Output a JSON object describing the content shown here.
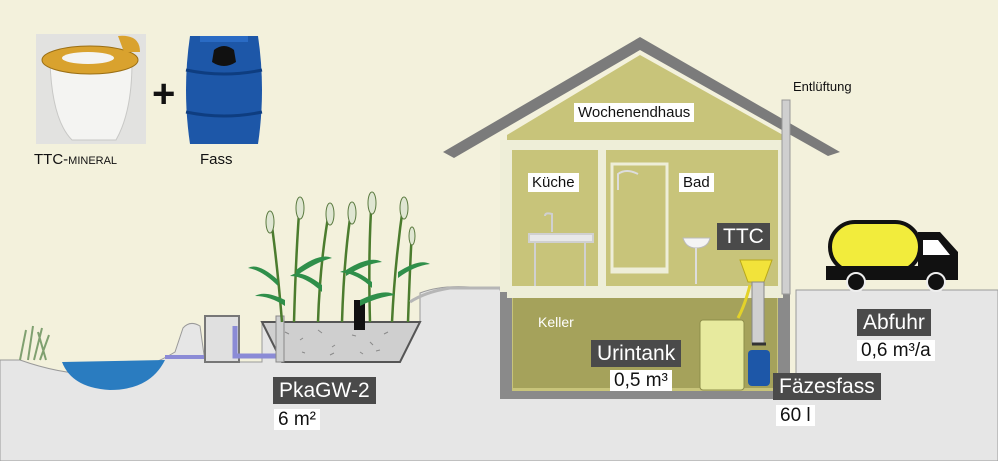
{
  "labels": {
    "ttc_mineral": "TTC-",
    "ttc_mineral_sc": "MINERAL",
    "plus": "+",
    "fass": "Fass",
    "entlueftung": "Entlüftung",
    "wochenendhaus": "Wochenendhaus",
    "kueche": "Küche",
    "bad": "Bad",
    "ttc": "TTC",
    "keller": "Keller",
    "urintank": "Urintank",
    "urintank_vol": "0,5 m³",
    "faezesfass": "Fäzesfass",
    "faezesfass_vol": "60 l",
    "pkagw": "PkaGW-2",
    "pkagw_area": "6 m²",
    "abfuhr": "Abfuhr",
    "abfuhr_vol": "0,6 m³/a"
  },
  "colors": {
    "sky": "#f3f1dc",
    "ground": "#e6e6e6",
    "house_wall": "#c8c47a",
    "cellar": "#a5a25b",
    "roof": "#7b7b7b",
    "water": "#2a7cc0",
    "barrel": "#1d57a8",
    "truck_tank": "#f2ec3c",
    "label_dark": "#4a4a4a"
  }
}
